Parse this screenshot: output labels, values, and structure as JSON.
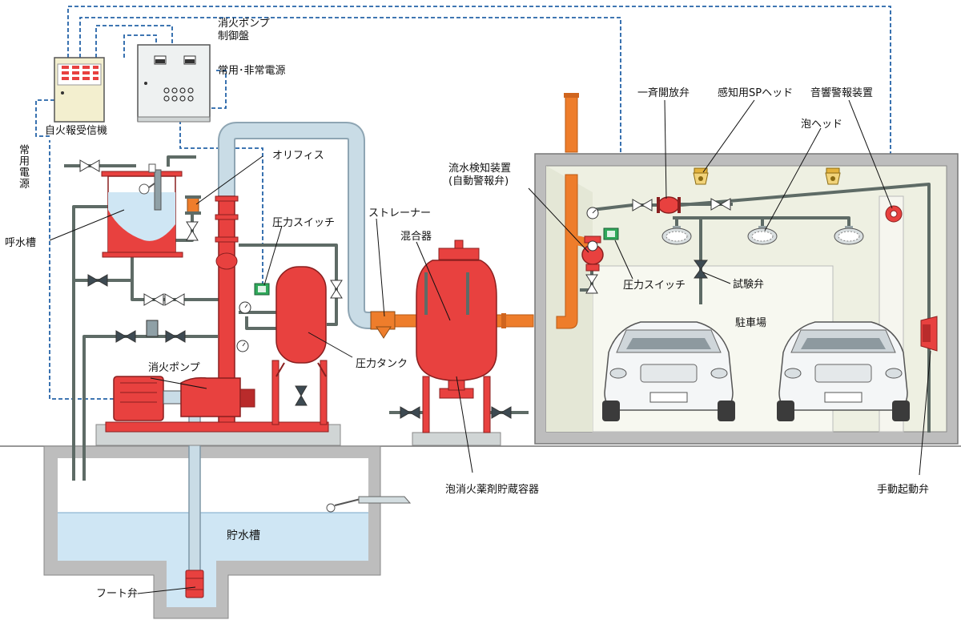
{
  "labels": {
    "control_panel": "消火ポンプ\n制御盤",
    "power_supply": "常用･非常電源",
    "fire_alarm_receiver": "自火報受信機",
    "regular_power": "常用電源",
    "priming_tank": "呼水槽",
    "orifice": "オリフィス",
    "pressure_switch_1": "圧力スイッチ",
    "strainer": "ストレーナー",
    "mixer": "混合器",
    "fire_pump": "消火ポンプ",
    "pressure_tank": "圧力タンク",
    "foam_tank": "泡消火薬剤貯蔵容器",
    "water_tank": "貯水槽",
    "foot_valve": "フート弁",
    "flow_detector": "流水検知装置\n(自動警報弁)",
    "pressure_switch_2": "圧力スイッチ",
    "deluge_valve": "一斉開放弁",
    "sp_head": "感知用SPヘッド",
    "alarm_device": "音響警報装置",
    "foam_head": "泡ヘッド",
    "test_valve": "試験弁",
    "parking": "駐車場",
    "manual_valve": "手動起動弁"
  },
  "colors": {
    "red": "#e8413f",
    "dark_red": "#b92b2b",
    "pipe_gray": "#5e6b66",
    "light_pipe": "#c9dce6",
    "orange": "#ee7d2b",
    "water": "#cfe6f4",
    "wall": "#bdbdbd",
    "room": "#eef0e2",
    "signal": "#2463a8"
  }
}
